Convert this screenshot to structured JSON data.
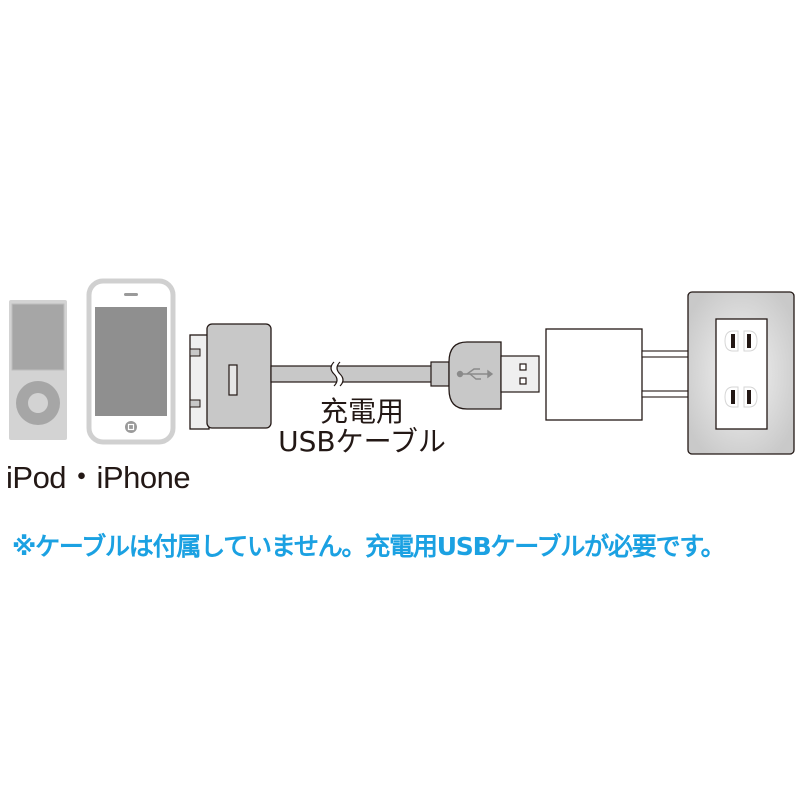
{
  "devices": {
    "label": "iPod・iPhone",
    "ipod": {
      "body": "#d3d3d3",
      "screen": "#a6a6a6",
      "wheel": "#a6a6a6"
    },
    "iphone": {
      "frame": "#d0d0d0",
      "screen": "#8f8f8f"
    }
  },
  "cable": {
    "label_line1": "充電用",
    "label_line2": "USBケーブル",
    "connector_fill": "#c8c8c8",
    "usb_icon": "usb-icon"
  },
  "charger": {
    "adapter_fill": "#ffffff",
    "outlet_plate": "#d4d4d4",
    "outlet_sockets": 2
  },
  "note": {
    "text": "※ケーブルは付属していません。充電用USBケーブルが必要です。",
    "color": "#1ba1e2"
  }
}
